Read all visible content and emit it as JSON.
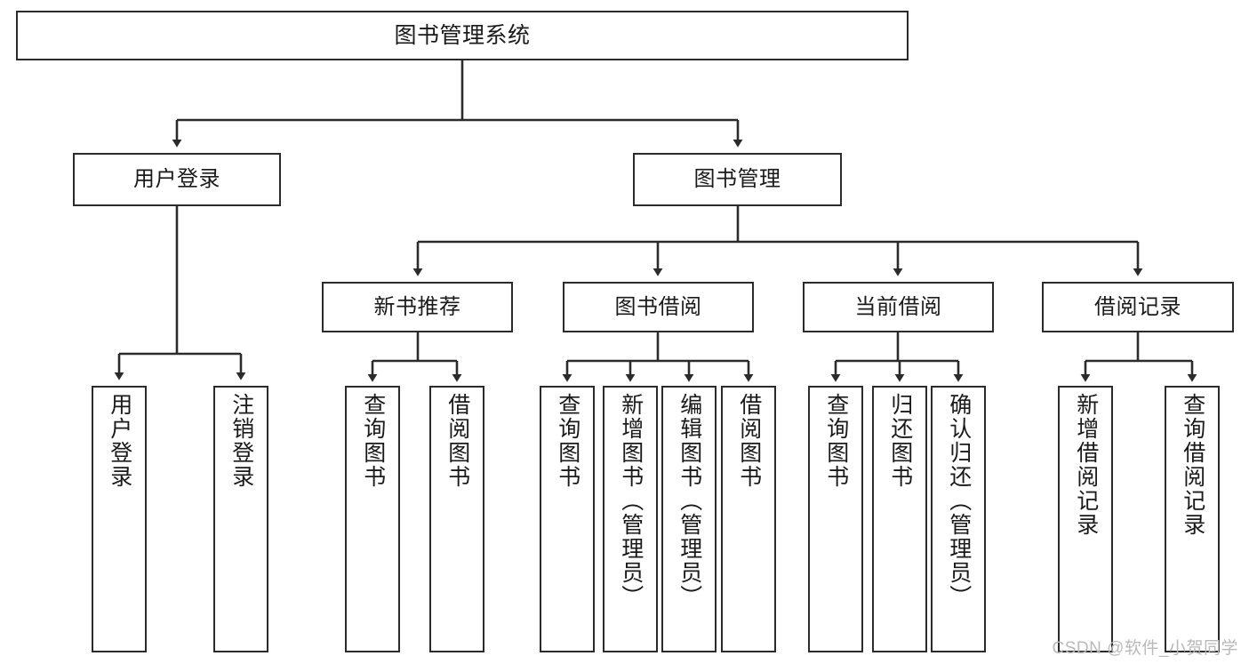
{
  "diagram": {
    "title": "图书管理系统",
    "root": {
      "label": "图书管理系统"
    },
    "level2": [
      {
        "label": "用户登录"
      },
      {
        "label": "图书管理"
      }
    ],
    "level3": [
      {
        "label": "新书推荐"
      },
      {
        "label": "图书借阅"
      },
      {
        "label": "当前借阅"
      },
      {
        "label": "借阅记录"
      }
    ],
    "leaves": [
      {
        "label": "用户登录"
      },
      {
        "label": "注销登录"
      },
      {
        "label": "查询图书"
      },
      {
        "label": "借阅图书"
      },
      {
        "label": "查询图书"
      },
      {
        "label": "新增图书（管理员）"
      },
      {
        "label": "编辑图书（管理员）"
      },
      {
        "label": "借阅图书"
      },
      {
        "label": "查询图书"
      },
      {
        "label": "归还图书"
      },
      {
        "label": "确认归还（管理员）"
      },
      {
        "label": "新增借阅记录"
      },
      {
        "label": "查询借阅记录"
      }
    ],
    "colors": {
      "stroke": "#2b2b2b",
      "fill": "#ffffff",
      "text": "#1a1a1a",
      "watermark": "#b9b9b9"
    }
  },
  "watermark": {
    "text": "CSDN @软件_小贺同学"
  }
}
